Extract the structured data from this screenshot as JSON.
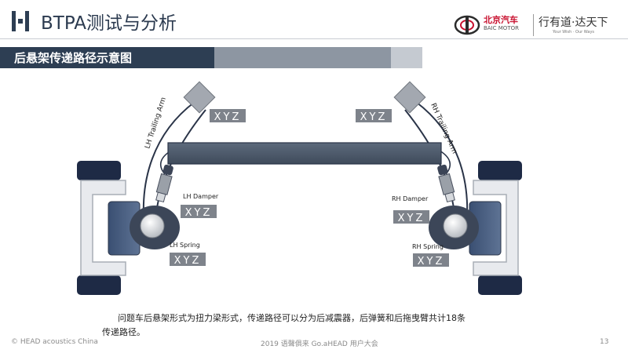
{
  "header": {
    "title": "BTPA测试与分析",
    "brand_cn": "北京汽车",
    "brand_en": "BAIC MOTOR",
    "slogan": "行有道·达天下",
    "slogan_en": "Your Wish · Our Ways"
  },
  "section": {
    "title": "后悬架传递路径示意图"
  },
  "diagram": {
    "xyz": "XYZ",
    "lh_trailing_arm": "LH Trailing Arm",
    "rh_trailing_arm": "RH Trailing Arm",
    "lh_damper": "LH Damper",
    "rh_damper": "RH Damper",
    "lh_spring": "LH Spring",
    "rh_spring": "RH Spring"
  },
  "caption": {
    "line1": "问题车后悬架形式为扭力梁形式，传递路径可以分为后减震器，后弹簧和后拖曳臂共计18条",
    "line2": "传递路径。"
  },
  "footer": {
    "left": "© HEAD acoustics China",
    "center": "2019 语聲俱来 Go.aHEAD 用户大会",
    "page": "13"
  },
  "colors": {
    "navy": "#2d3e53",
    "slate": "#8d96a2",
    "light": "#c5cad1",
    "beam": "#4d5a6c",
    "tire": "#1e2a45"
  }
}
